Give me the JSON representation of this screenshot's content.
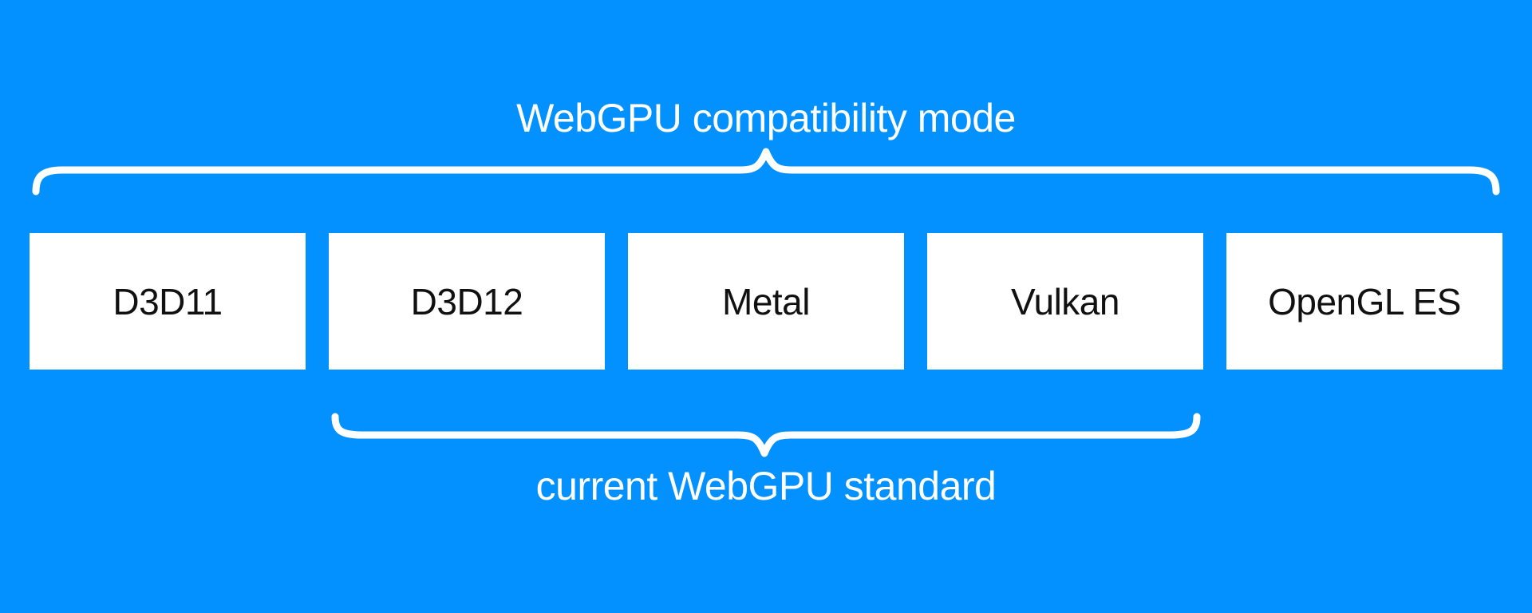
{
  "diagram": {
    "top_brace": {
      "label": "WebGPU compatibility mode"
    },
    "bottom_brace": {
      "label": "current WebGPU standard"
    },
    "boxes": [
      {
        "label": "D3D11"
      },
      {
        "label": "D3D12"
      },
      {
        "label": "Metal"
      },
      {
        "label": "Vulkan"
      },
      {
        "label": "OpenGL ES"
      }
    ],
    "colors": {
      "background": "#0291ff",
      "brace": "#ffffff",
      "label_text": "#ffffff",
      "box_background": "#ffffff",
      "box_text": "#111111"
    }
  }
}
